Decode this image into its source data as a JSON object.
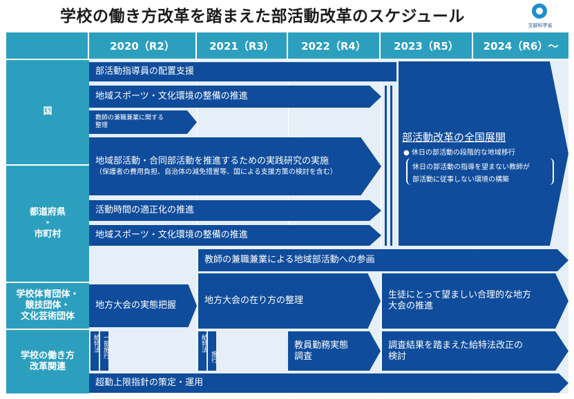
{
  "title": "学校の働き方改革を踏まえた部活動改革のスケジュール",
  "logo": {
    "text": "文部科学省",
    "icon": "mext-logo-icon"
  },
  "years": [
    "2020（R2）",
    "2021（R3）",
    "2022（R4）",
    "2023（R5）",
    "2024（R6）〜"
  ],
  "categories": {
    "national": "国",
    "prefecture": [
      "都道府県",
      "・",
      "市町村"
    ],
    "sports_orgs": [
      "学校体育団体・",
      "競技団体・",
      "文化芸術団体"
    ],
    "work_reform": [
      "学校の働き方",
      "改革関連"
    ]
  },
  "bars": {
    "n1": "部活動指導員の配置支援",
    "n2": "地域スポーツ・文化環境の整備の推進",
    "n3": "教師の兼職兼業に関する\n整理",
    "n4_main": "地域部活動・合同部活動を推進するための実践研究の実施",
    "n4_sub": "（保護者の費用負担、自治体の減免措置等、国による支援方策の検討を含む）",
    "p1": "活動時間の適正化の推進",
    "p2": "地域スポーツ・文化環境の整備の推進",
    "p3": "教師の兼職兼業による地域部活動への参画",
    "s1": "地方大会の実態把握",
    "s2": "地方大会の在り方の整理",
    "s3": "生徒にとって望ましい合理的な地方\n大会の推進",
    "w1a": "給特法",
    "w1b": "一部施行",
    "w2a": "給特法",
    "w2b": "施行",
    "w3": "教員勤務実態\n調査",
    "w4": "調査結果を踏まえた給特法改正の\n検討",
    "w5": "超勤上限指針の策定・運用"
  },
  "reform": {
    "title": "部活動改革の全国展開",
    "bullet": "● 休日の部活動の段階的な地域移行",
    "note1": "休日の部活動の指導を望まない教師が",
    "note2": "部活動に従事しない環境の構築"
  },
  "colors": {
    "header": "#2d9fbe",
    "bar": "#0f4c9b",
    "grid": "#e6eff7"
  }
}
